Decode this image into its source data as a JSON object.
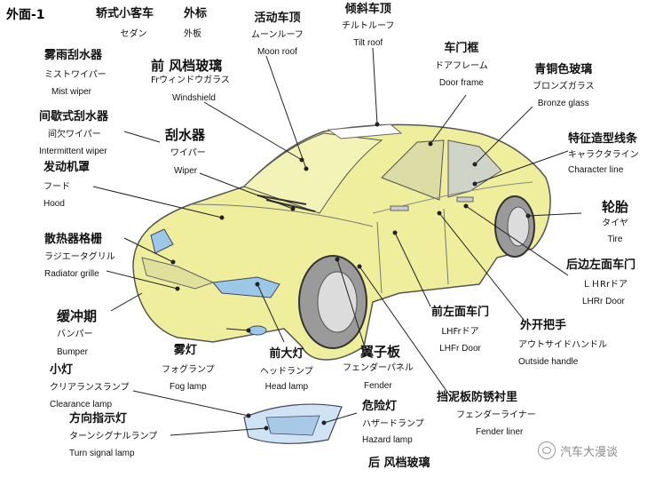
{
  "title": "外面-1",
  "watermark": "汽车大漫谈",
  "parts": [
    {
      "id": "sedan",
      "zh": "轿式小客车",
      "ja": "セダン",
      "en": ""
    },
    {
      "id": "exterior",
      "zh": "外标",
      "ja": "外板",
      "en": ""
    },
    {
      "id": "moon-roof",
      "zh": "活动车顶",
      "ja": "ムーンルーフ",
      "en": "Moon roof"
    },
    {
      "id": "tilt-roof",
      "zh": "倾斜车顶",
      "ja": "チルトルーフ",
      "en": "Tilt roof"
    },
    {
      "id": "door-frame",
      "zh": "车门框",
      "ja": "ドアフレーム",
      "en": "Door frame"
    },
    {
      "id": "bronze-glass",
      "zh": "青铜色玻璃",
      "ja": "ブロンズガラス",
      "en": "Bronze glass"
    },
    {
      "id": "character-line",
      "zh": "特征造型线条",
      "ja": "キャラクタライン",
      "en": "Character line"
    },
    {
      "id": "tire",
      "zh": "轮胎",
      "ja": "タイヤ",
      "en": "Tire"
    },
    {
      "id": "rear-door",
      "zh": "后边左面车门",
      "ja": "ＬＨRrドア",
      "en": "LHRr Door"
    },
    {
      "id": "outside-handle",
      "zh": "外开把手",
      "ja": "アウトサイドハンドル",
      "en": "Outside handle"
    },
    {
      "id": "front-door",
      "zh": "前左面车门",
      "ja": "LHFrドア",
      "en": "LHFr Door"
    },
    {
      "id": "fender",
      "zh": "翼子板",
      "ja": "フェンダーパネル",
      "en": "Fender"
    },
    {
      "id": "fender-liner",
      "zh": "挡泥板防锈衬里",
      "ja": "フェンダーライナー",
      "en": "Fender liner"
    },
    {
      "id": "hazard-lamp",
      "zh": "危险灯",
      "ja": "ハザードランプ",
      "en": "Hazard  lamp"
    },
    {
      "id": "rear-windshield",
      "zh": "后 风档玻璃",
      "ja": "",
      "en": ""
    },
    {
      "id": "head-lamp",
      "zh": "前大灯",
      "ja": "ヘッドランプ",
      "en": "Head lamp"
    },
    {
      "id": "fog-lamp",
      "zh": "雾灯",
      "ja": "フォグランプ",
      "en": "Fog lamp"
    },
    {
      "id": "turn-signal",
      "zh": "方向指示灯",
      "ja": "ターンシグナルランプ",
      "en": "Turn signal lamp"
    },
    {
      "id": "clearance-lamp",
      "zh": "小灯",
      "ja": "クリアランスランプ",
      "en": "Clearance lamp"
    },
    {
      "id": "bumper",
      "zh": "缓冲期",
      "ja": "バンパー",
      "en": "Bumper"
    },
    {
      "id": "radiator-grille",
      "zh": "散热器格栅",
      "ja": "ラジエータグリル",
      "en": "Radiator grille"
    },
    {
      "id": "hood",
      "zh": "发动机罩",
      "ja": "フード",
      "en": "Hood"
    },
    {
      "id": "intermittent-wiper",
      "zh": "间歇式刮水器",
      "ja": "间欠ワイパー",
      "en": "Intermittent wiper"
    },
    {
      "id": "mist-wiper",
      "zh": "雾雨刮水器",
      "ja": "ミストワイパー",
      "en": "Mist wiper"
    },
    {
      "id": "wiper",
      "zh": "刮水器",
      "ja": "ワイパー",
      "en": "Wiper"
    },
    {
      "id": "windshield",
      "zh": "前  风档玻璃",
      "ja": "Frウィンドウガラス",
      "en": "Windshield"
    }
  ]
}
